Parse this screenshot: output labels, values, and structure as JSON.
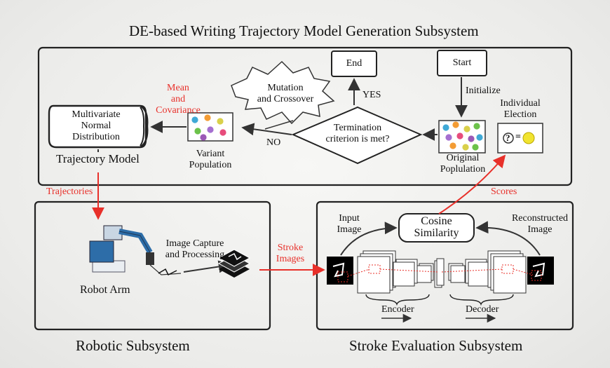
{
  "titles": {
    "top": "DE-based Writing Trajectory Model Generation Subsystem",
    "robotic": "Robotic Subsystem",
    "stroke": "Stroke Evaluation Subsystem"
  },
  "nodes": {
    "start": "Start",
    "end": "End",
    "initialize": "Initialize",
    "individual_election": "Individual\nElection",
    "election_eq": "=",
    "election_q": "?",
    "original_population": "Original\nPoplulation",
    "termination": "Termination\ncriterion is met?",
    "yes": "YES",
    "no": "NO",
    "mutation": "Mutation\nand Crossover",
    "variant_population": "Variant\nPopulation",
    "mean_cov": "Mean\nand\nCovariance",
    "mvn": "Multivariate\nNormal\nDistribution",
    "trajectory_model": "Trajectory Model",
    "trajectories": "Trajectories",
    "scores": "Scores",
    "robot_arm": "Robot Arm",
    "image_capture": "Image Capture\nand Processing",
    "stroke_images": "Stroke\nImages",
    "input_image": "Input\nImage",
    "cosine": "Cosine\nSimilarity",
    "reconstructed": "Reconstructed\nImage",
    "encoder": "Encoder",
    "decoder": "Decoder"
  },
  "colors": {
    "accent_red": "#e8302a",
    "frame": "#222222",
    "dot_palette": [
      "#3fa9d6",
      "#f39c34",
      "#d9d04a",
      "#6cc24a",
      "#a56fd0",
      "#e74c7c",
      "#9b59b6"
    ]
  }
}
